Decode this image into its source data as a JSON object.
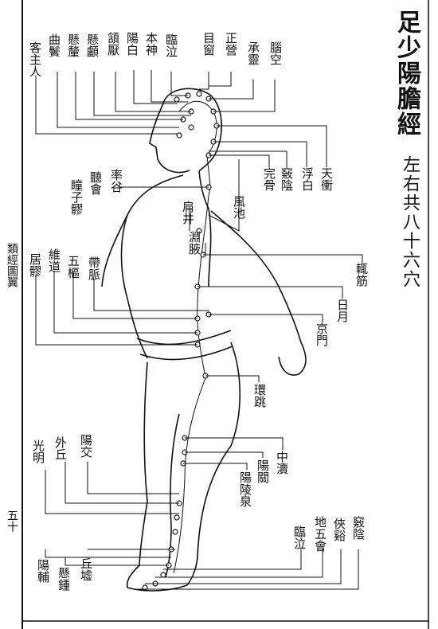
{
  "title": "足少陽膽經",
  "subtitle": "左右共八十六穴",
  "margin": {
    "book_title": "類經圖翼",
    "page_number": "五十"
  },
  "points": {
    "head_top": [
      "客主人",
      "曲鬢",
      "懸釐",
      "懸顱",
      "頷厭",
      "陽白",
      "本神",
      "臨泣",
      "目窗",
      "正營",
      "承靈",
      "腦空"
    ],
    "head_side": [
      "天衝",
      "浮白",
      "竅陰",
      "完骨"
    ],
    "face": [
      "瞳子髎",
      "聽會",
      "率谷"
    ],
    "trunk_right": [
      "風池",
      "肩井",
      "淵腋",
      "輒筋",
      "日月",
      "京門"
    ],
    "trunk_left": [
      "居髎",
      "維道",
      "五樞",
      "帶脈"
    ],
    "hip": [
      "環跳"
    ],
    "leg_left": [
      "光明",
      "外丘",
      "陽交"
    ],
    "leg_right": [
      "中瀆",
      "陽關",
      "陽陵泉"
    ],
    "foot_left": [
      "陽輔",
      "懸鍾",
      "丘墟"
    ],
    "foot_right": [
      "臨泣",
      "地五會",
      "俠谿",
      "竅陰"
    ]
  }
}
